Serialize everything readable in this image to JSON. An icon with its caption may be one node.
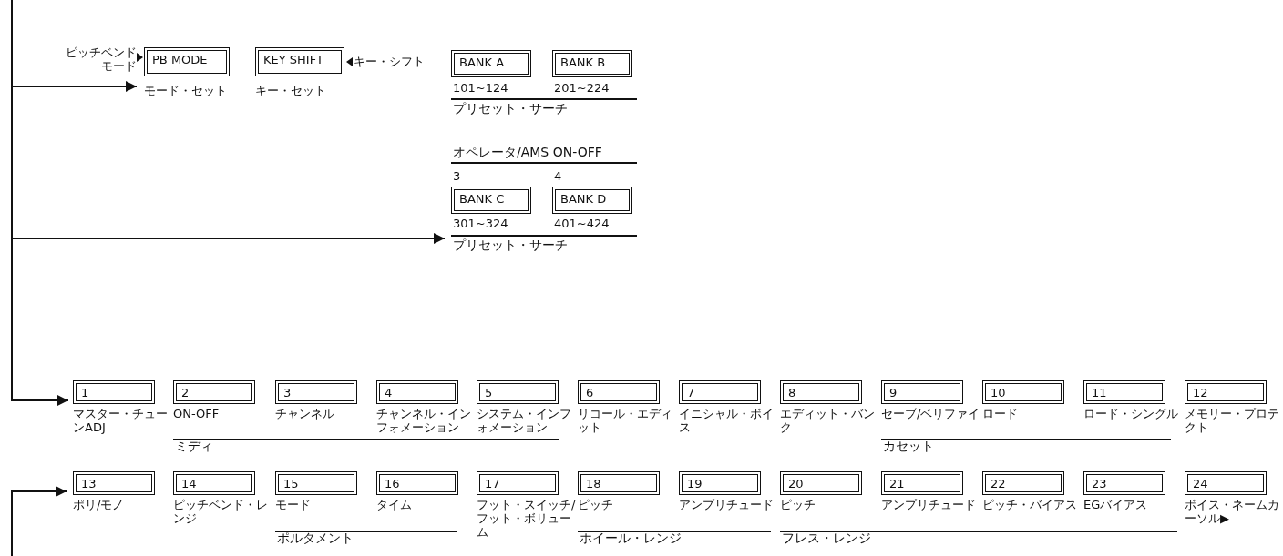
{
  "diagram": {
    "nodes": [
      {
        "text": [
          "PB MODE"
        ],
        "beside": [
          "ピッチベンドモード",
          "モード・セット"
        ]
      },
      {
        "text": [
          "KEY SHIFT"
        ],
        "beside": [
          "キー・シフト",
          "キー・セット"
        ]
      },
      {
        "text": [
          "BANK A"
        ],
        "beside": [
          "101~124"
        ]
      },
      {
        "text": [
          "BANK B"
        ],
        "beside": [
          "201~224"
        ]
      },
      {
        "text": [
          "BANK C"
        ],
        "beside": [
          "3",
          "301~324"
        ]
      },
      {
        "text": [
          "BANK D"
        ],
        "beside": [
          "4",
          "401~424"
        ]
      },
      {
        "text": [
          "1"
        ],
        "beside": [
          "マスター・チューンADJ"
        ]
      },
      {
        "text": [
          "2"
        ],
        "beside": [
          "ON-OFF"
        ]
      },
      {
        "text": [
          "3"
        ],
        "beside": [
          "チャンネル"
        ]
      },
      {
        "text": [
          "4"
        ],
        "beside": [
          "チャンネル・インフォメーション"
        ]
      },
      {
        "text": [
          "5"
        ],
        "beside": [
          "システム・インフォメーション"
        ]
      },
      {
        "text": [
          "6"
        ],
        "beside": [
          "リコール・エディット"
        ]
      },
      {
        "text": [
          "7"
        ],
        "beside": [
          "イニシャル・ボイス"
        ]
      },
      {
        "text": [
          "8"
        ],
        "beside": [
          "エディット・バンク"
        ]
      },
      {
        "text": [
          "9"
        ],
        "beside": [
          "セーブ/ベリファイ"
        ]
      },
      {
        "text": [
          "10"
        ],
        "beside": [
          "ロード"
        ]
      },
      {
        "text": [
          "11"
        ],
        "beside": [
          "ロード・シングル"
        ]
      },
      {
        "text": [
          "12"
        ],
        "beside": [
          "メモリー・プロテクト"
        ]
      },
      {
        "text": [
          "13"
        ],
        "beside": [
          "ポリ/モノ"
        ]
      },
      {
        "text": [
          "14"
        ],
        "beside": [
          "ピッチベンド・レンジ"
        ]
      },
      {
        "text": [
          "15"
        ],
        "beside": [
          "モード"
        ]
      },
      {
        "text": [
          "16"
        ],
        "beside": [
          "タイム"
        ]
      },
      {
        "text": [
          "17"
        ],
        "beside": [
          "フット・スイッチ/フット・ボリューム"
        ]
      },
      {
        "text": [
          "18"
        ],
        "beside": [
          "ピッチ"
        ]
      },
      {
        "text": [
          "19"
        ],
        "beside": [
          "アンプリチュード"
        ]
      },
      {
        "text": [
          "20"
        ],
        "beside": [
          "ピッチ"
        ]
      },
      {
        "text": [
          "21"
        ],
        "beside": [
          "アンプリチュード"
        ]
      },
      {
        "text": [
          "22"
        ],
        "beside": [
          "ピッチ・バイアス"
        ]
      },
      {
        "text": [
          "23"
        ],
        "beside": [
          "EGバイアス"
        ]
      },
      {
        "text": [
          "24"
        ],
        "beside": [
          "ボイス・ネームカーソル▶"
        ]
      }
    ],
    "edges": [
      {
        "from": null,
        "to": 0,
        "arrow": "to"
      },
      {
        "from": null,
        "to": 4,
        "arrow": "to"
      },
      {
        "from": null,
        "to": 6,
        "arrow": "to"
      },
      {
        "from": null,
        "to": 18,
        "arrow": "to"
      }
    ],
    "labels": [
      "プリセット・サーチ",
      "オペレータ/AMS ON-OFF",
      "プリセット・サーチ",
      "ミディ",
      "カセット",
      "ポルタメント",
      "ホイール・レンジ",
      "フレス・レンジ"
    ]
  }
}
